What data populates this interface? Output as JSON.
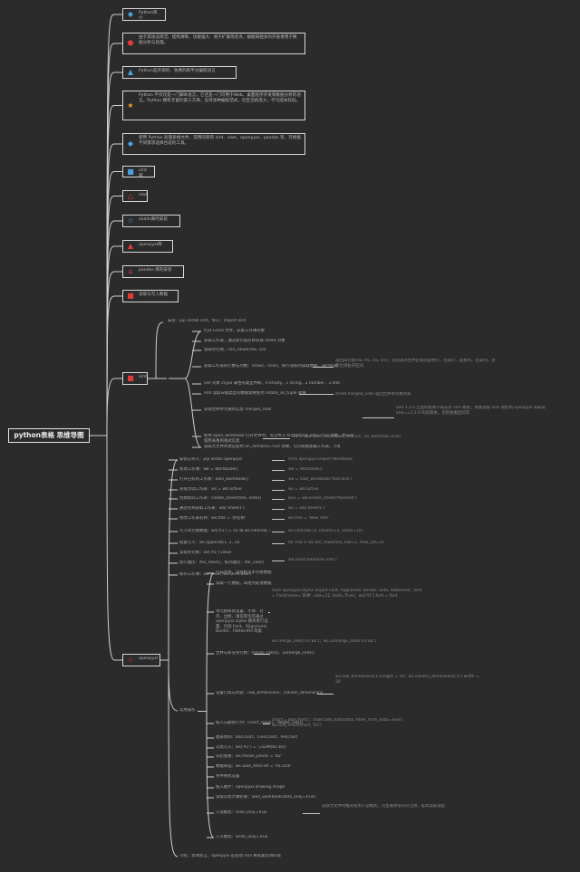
{
  "diagram": {
    "root": "python表格 思维导图",
    "categories": [
      {
        "icon": "shield-icon",
        "color": "#4aa3e0",
        "text": "Python简介"
      },
      {
        "icon": "pentagon-icon",
        "color": "#e03b3b",
        "text": "由于其语法简洁、结构清晰、功能强大、易于扩展等优点，被越来越多的开发者用于数据分析与处理。"
      },
      {
        "icon": "drop-icon",
        "color": "#4aa3e0",
        "text": "Python是开源的、免费的跨平台编程语言"
      },
      {
        "icon": "star-icon",
        "color": "#f0a030",
        "text": "Python 不仅仅是一门脚本语言，它还是一门可用于Web、桌面程序开发和数据分析的语言。Python 拥有丰富的第三方库，支持多种编程范式，社区活跃庞大，学习成本较低。"
      },
      {
        "icon": "shield-icon",
        "color": "#4aa3e0",
        "text": "使用 Python 处理表格文件，常用的库有 xlrd、xlwt、openpyxl、pandas 等，可根据不同需求选择合适的工具。"
      },
      {
        "icon": "square-icon",
        "color": "#4aa3e0",
        "text": "xlrd库"
      },
      {
        "icon": "triangle-icon",
        "color": "#e03b3b",
        "text": "xlwt"
      },
      {
        "icon": "star-outline-icon",
        "color": "#4aa3e0",
        "text": "xlutils库的安装"
      },
      {
        "icon": "flame-icon",
        "color": "#e03b3b",
        "text": "openpyxl库"
      },
      {
        "icon": "house-icon",
        "color": "#e03b3b",
        "text": "pandas 库的安装"
      },
      {
        "icon": "square-icon",
        "color": "#e03b3b",
        "text": "读取与写入数据"
      }
    ],
    "branch_a": {
      "icon": "square-icon",
      "color": "#e03b3b",
      "label": "xlrd",
      "intro": "安装：pip install xlrd，导入：import xlrd",
      "items": [
        "打开 Excel 文件，获取工作簿对象",
        "获取工作表，通过索引或名称获取 sheet 对象",
        "读取单元格，cell_value(row, col)",
        "获取工作表的行数与列数：nrows、ncols，按行或按列读取数据，返回列表",
        "cell 对象 ctype 属性的类型判断，0 empty，1 string，2 number，3 date，4 boolean，5 error",
        "xlrd 读取日期类型的数据需要使用 xldate_as_tuple 转换",
        "获取合并单元格的信息 merged_cells",
        "使用 open_workbook 打开文件时，可以传入 formatting_info=True 参数，用于保留原表格的格式信息",
        "读取大文件时建议使用 on_demand=True 参数，可以按需加载工作表，节省内存"
      ],
      "subs": [
        "返回四元组(rlo, rhi, clo, chi)，分别表示合并区域的起始行、结束行、起始列、结束列，注意左闭右开区间",
        "sheet.merged_cells 返回合并单元格列表",
        "xlrd 1.2.0 之后的版本不再支持 xlsx 格式，如需读取 xlsx 请使用 openpyxl 或安装 xlrd==1.2.0 的旧版本，否则会抛出异常",
        "wb = xlrd.open_workbook('test.xls', on_demand=True)"
      ]
    },
    "branch_b": {
      "icon": "star-outline-icon",
      "color": "#e03b3b",
      "label": "openpyxl",
      "items": [
        "安装与导入：pip install openpyxl",
        "新建工作簿：wb = Workbook()",
        "打开已有的工作簿：load_workbook()",
        "获取活动工作表：ws = wb.active",
        "创建新的工作表：create_sheet(title, index)",
        "通过名称获取工作表：wb['Sheet1']",
        "修改工作表名称：ws.title = '新名称'",
        "写入单元格数据：ws['A1'] = 42 或 ws.cell(row, column, value)",
        "批量写入：ws.append([1, 2, 3])",
        "读取单元格：ws['A1'].value",
        "按行遍历：iter_rows()，按列遍历：iter_cols()",
        "保存工作簿：wb.save('filename.xlsx')"
      ],
      "values": [
        "from openpyxl import Workbook",
        "wb = Workbook()",
        "wb = load_workbook('test.xlsx')",
        "ws = wb.active",
        "ws1 = wb.create_sheet('Mysheet')",
        "ws = wb['Sheet1']",
        "ws.title = 'New Title'",
        "ws.cell(row=4, column=2, value=10)",
        "for row in ws.iter_rows(min_row=1, max_col=3):",
        "wb.save('balances.xlsx')"
      ],
      "sub_label": "常用操作",
      "subs": [
        "打开文件，读取指定单元格数据",
        "读取一行数据，再逐列处理数据",
        "单元格样式设置，字体、对齐、边框、填充等均可通过 openpyxl.styles 模块进行设置，包括 Font、Alignment、Border、PatternFill 等类",
        "合并与拆分单元格：merge_cells()、unmerge_cells()",
        "设置行高与列宽：row_dimensions、column_dimensions",
        "插入与删除行列：insert_rows()、delete_cols()",
        "图表绘制：BarChart、LineChart、PieChart",
        "公式写入：ws['A1'] = '=SUM(B1:B5)'",
        "冻结窗格：ws.freeze_panes = 'B2'",
        "数据筛选：ws.auto_filter.ref = 'A1:D10'",
        "条件格式设置",
        "插入图片：openpyxl.drawing.image",
        "读取公式计算结果：load_workbook(data_only=True)",
        "只读模式：read_only=True",
        "只写模式：write_only=True"
      ],
      "notes": [
        "from openpyxl.styles import Font, Alignment, Border, Side, PatternFill；font = Font(name='宋体', size=12, bold=True)；ws['A1'].font = font",
        "ws.merge_cells('A1:B2')；ws.unmerge_cells('A1:B2')",
        "ws.row_dimensions[1].height = 30；ws.column_dimensions['A'].width = 20",
        "chart = BarChart()；chart.add_data(data, titles_from_data=True)；ws.add_chart(chart, 'E5')",
        "读取大文件时推荐使用只读模式，可显著降低内存占用，提高读取速度"
      ],
      "footer": "小结：总体而言，openpyxl 是处理 xlsx 格式最常用的库"
    }
  }
}
